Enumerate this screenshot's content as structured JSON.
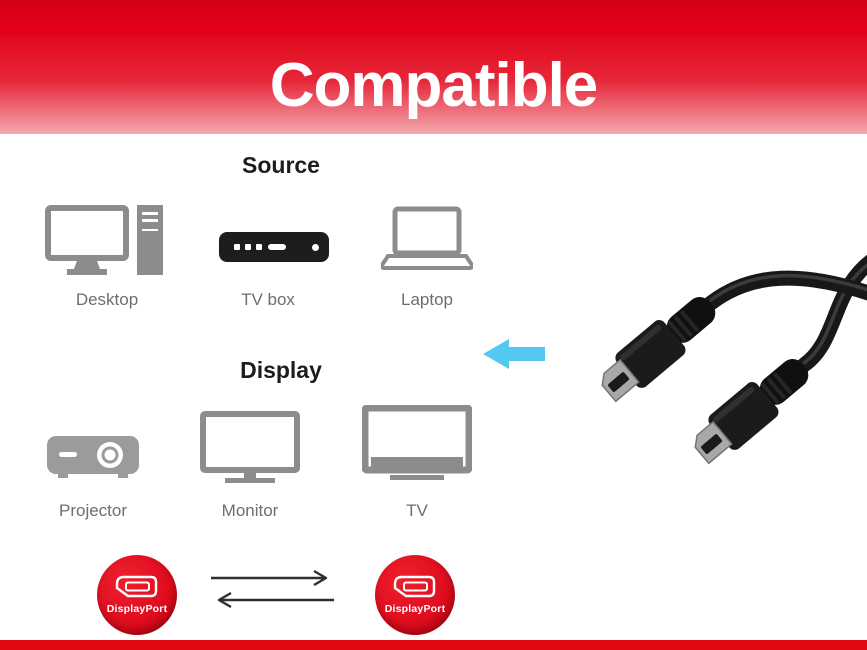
{
  "banner": {
    "title": "Compatible"
  },
  "source": {
    "heading": "Source",
    "items": [
      {
        "label": "Desktop",
        "icon": "desktop-icon"
      },
      {
        "label": "TV box",
        "icon": "tvbox-icon"
      },
      {
        "label": "Laptop",
        "icon": "laptop-icon"
      }
    ]
  },
  "display": {
    "heading": "Display",
    "items": [
      {
        "label": "Projector",
        "icon": "projector-icon"
      },
      {
        "label": "Monitor",
        "icon": "monitor-icon"
      },
      {
        "label": "TV",
        "icon": "tv-icon"
      }
    ]
  },
  "badges": {
    "left": {
      "label": "DisplayPort",
      "icon": "displayport-icon"
    },
    "right": {
      "label": "DisplayPort",
      "icon": "displayport-icon"
    }
  },
  "icons": {
    "direction_arrow": "left-arrow-icon",
    "transfer_arrows": "bidirectional-arrows-icon",
    "cable_image": "displayport-cable-image"
  },
  "colors": {
    "accent_red": "#e30613",
    "banner_gradient_end": "#f3a8ae",
    "badge_red": "#e30613",
    "icon_gray": "#8c8c8c",
    "label_gray": "#6e6e6e",
    "cyan_arrow": "#54c8f0",
    "cable_black": "#181818",
    "white": "#ffffff"
  }
}
